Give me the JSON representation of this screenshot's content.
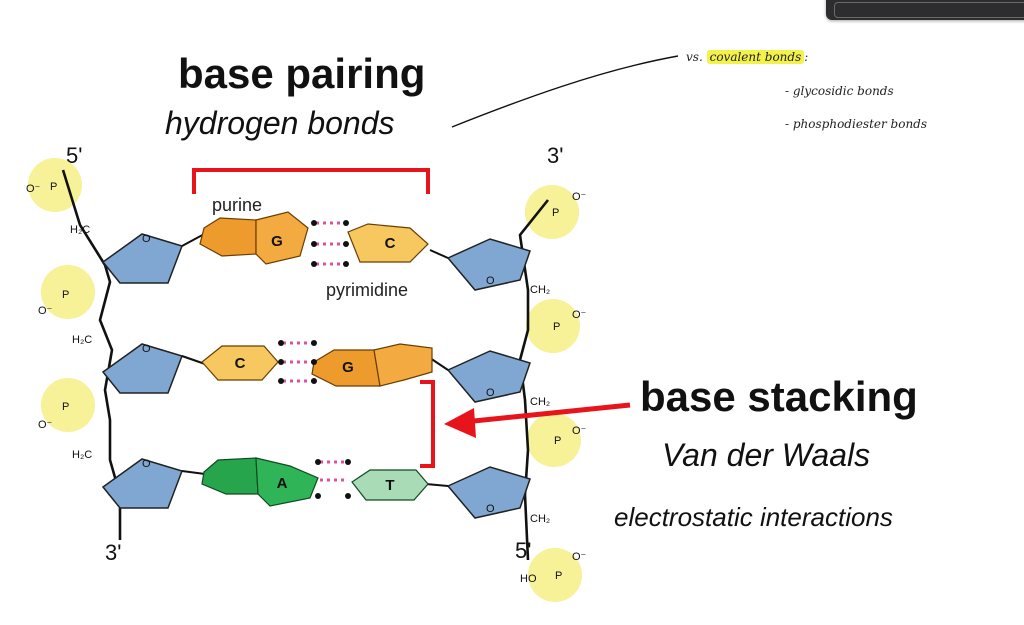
{
  "labels": {
    "base_pairing_title": "base pairing",
    "base_pairing_sub": "hydrogen bonds",
    "base_stacking_title": "base stacking",
    "base_stacking_sub": "Van der Waals",
    "base_stacking_sub2": "electrostatic interactions",
    "end_5_top": "5'",
    "end_3_top": "3'",
    "end_3_bottom": "3'",
    "end_5_bottom": "5'"
  },
  "figure": {
    "purine": "purine",
    "pyrimidine": "pyrimidine",
    "base_pairs": [
      {
        "left": "G",
        "right": "C"
      },
      {
        "left": "C",
        "right": "G"
      },
      {
        "left": "A",
        "right": "T"
      }
    ],
    "h2c": "H₂C",
    "ch2": "CH₂",
    "ring_o": "O",
    "phosphate_p": "P",
    "phosphate_ho": "HO",
    "phosphate_o_minus": "O⁻"
  },
  "handwritten": {
    "vs": "vs.",
    "covalent": "covalent bonds",
    "colon": ":",
    "item1": "- glycosidic bonds",
    "item2": "- phosphodiester bonds"
  },
  "colors": {
    "bracket_red": "#e8141b",
    "sugar_blue": "#7fa7d2",
    "purine_orange": "#ee9b2e",
    "pyrimidine_orange": "#f7c760",
    "adenine_green": "#27a54d",
    "thymine_green": "#a9dcb6",
    "phosphate_yellow": "#f6ef8c",
    "hbond_pink": "#e0509a",
    "highlight_yellow": "#f2f24a"
  }
}
